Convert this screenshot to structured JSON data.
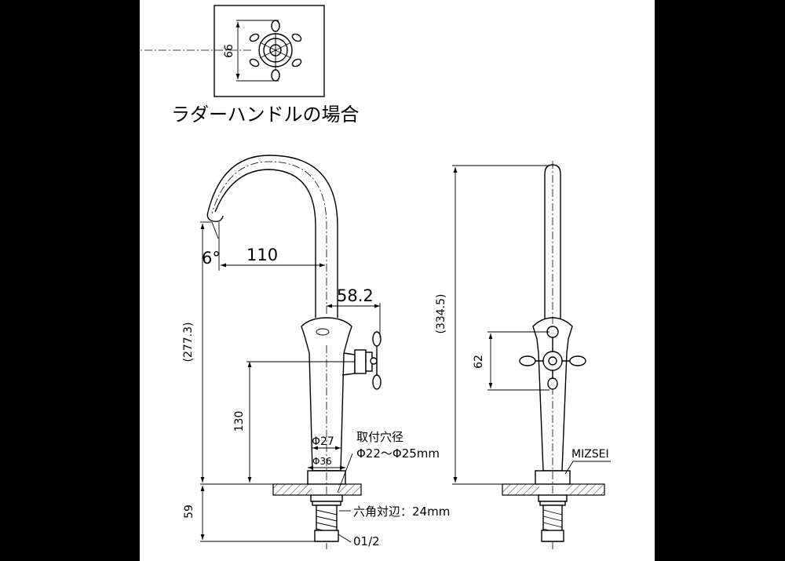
{
  "colors": {
    "background": "#000000",
    "sheet": "#ffffff",
    "line": "#000000"
  },
  "inset": {
    "dim_label": "66",
    "caption": "ラダーハンドルの場合"
  },
  "side_view": {
    "spout_angle": "6°",
    "spout_reach": "110",
    "handle_offset": "58.2",
    "overall_height": "(277.3)",
    "handle_height": "130",
    "below_deck": "59",
    "dia_outer": "Φ36",
    "dia_inner": "Φ27",
    "mount_hole_title": "取付穴径",
    "mount_hole_range": "Φ22～Φ25mm",
    "hex_nut": "六角対辺：24mm",
    "thread": "01/2"
  },
  "front_view": {
    "overall_height": "(334.5)",
    "handle_height": "62",
    "brand": "MIZSEI"
  }
}
